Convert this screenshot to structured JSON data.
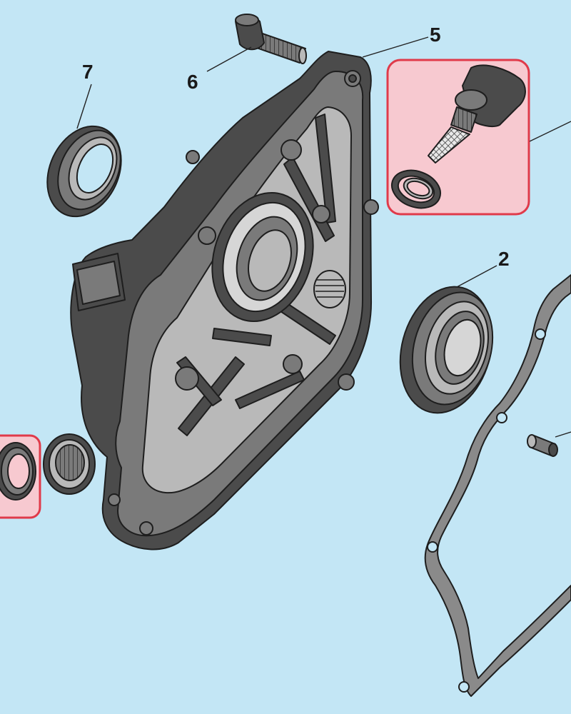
{
  "callouts": {
    "c5": "5",
    "c6": "6",
    "c7": "7",
    "c2": "2"
  },
  "colors": {
    "background": "#c3e6f5",
    "highlight_fill": "#f7c9d0",
    "highlight_border": "#e03a4a"
  },
  "icons": {
    "crankcase_cover": "crankcase-cover-icon",
    "bolt": "bolt-icon",
    "oil_seal": "oil-seal-icon",
    "dipstick": "dipstick-plug-icon",
    "bearing": "ball-bearing-icon",
    "gasket": "gasket-icon",
    "dowel": "dowel-pin-icon"
  }
}
